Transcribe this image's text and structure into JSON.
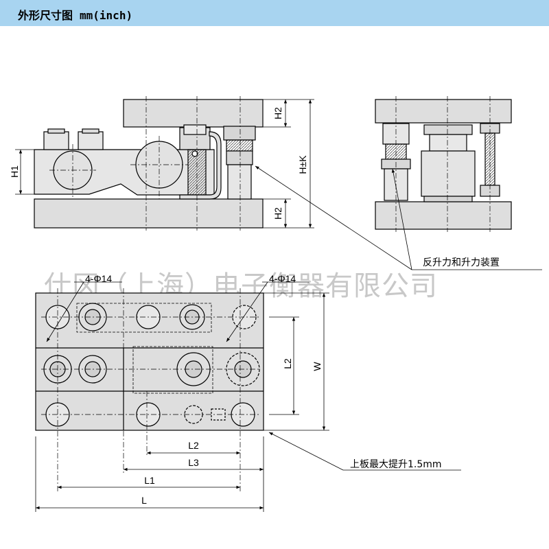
{
  "header": {
    "title": "外形尺寸图",
    "unit": "mm(inch)",
    "color": "#a8d4f0"
  },
  "watermark": "仕冈（上海）电子衡器有限公司",
  "labels": {
    "h2_top": "H2",
    "h_k": "H±K",
    "h2_bottom": "H2",
    "h1": "H1",
    "hole_left": "4-Φ14",
    "hole_right": "4-Φ14",
    "lift_device": "反升力和升力装置",
    "w": "W",
    "l2_vertical": "L2",
    "l2": "L2",
    "l3": "L3",
    "l1": "L1",
    "l": "L",
    "top_plate_lift": "上板最大提升1.5mm"
  }
}
